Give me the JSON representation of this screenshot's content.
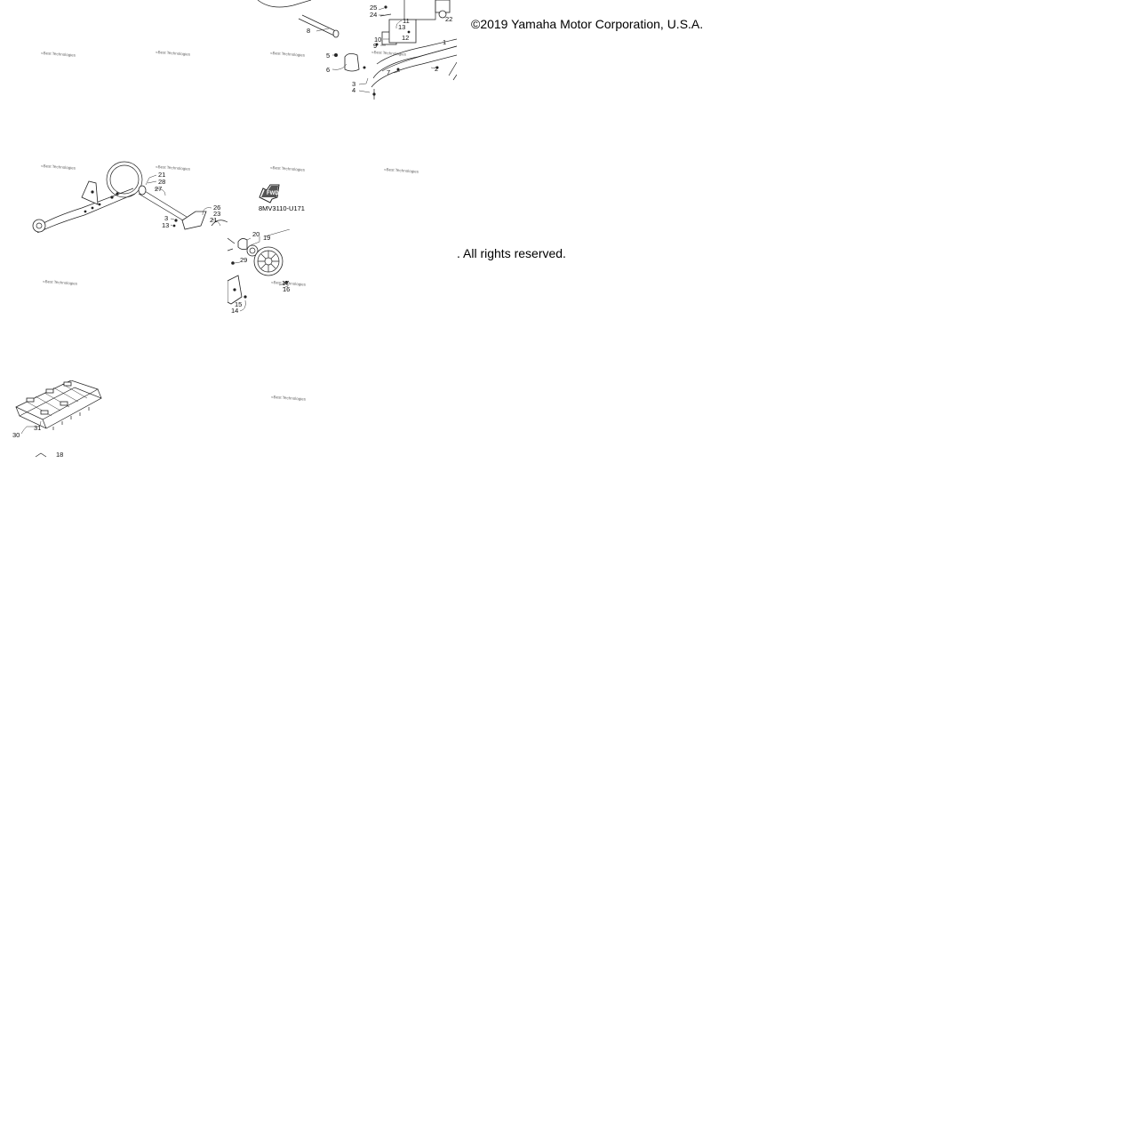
{
  "copyright": "©2019 Yamaha Motor Corporation, U.S.A.",
  "rights": ". All rights reserved.",
  "diagram_code": "8MV3110-U171",
  "fwd_label": "FWD",
  "watermark": "«Best Technologies",
  "labels": {
    "n1": "1",
    "n2": "2",
    "n3": "3",
    "n4": "4",
    "n5": "5",
    "n6": "6",
    "n7": "7",
    "n8": "8",
    "n9": "9",
    "n10": "10",
    "n11": "11",
    "n12": "12",
    "n13": "13",
    "n14": "14",
    "n15": "15",
    "n16": "16",
    "n17": "17",
    "n18": "18",
    "n19": "19",
    "n20": "20",
    "n21": "21",
    "n22": "22",
    "n23": "23",
    "n24": "24",
    "n25": "25",
    "n26": "26",
    "n27": "27",
    "n28": "28",
    "n29": "29",
    "n30": "30",
    "n31": "31"
  },
  "colors": {
    "line": "#222222",
    "background": "#ffffff",
    "watermark": "#666666"
  }
}
